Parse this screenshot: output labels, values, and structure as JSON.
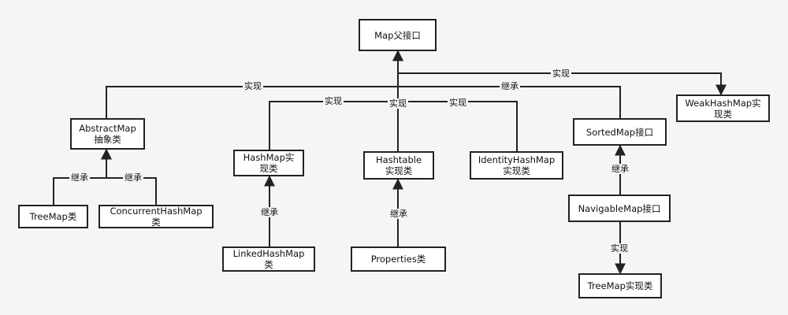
{
  "nodes": {
    "map": "Map父接口",
    "abstractmap": "AbstractMap\n抽象类",
    "hashmap": "HashMap实\n现类",
    "hashtable": "Hashtable\n实现类",
    "identityhashmap": "IdentityHashMap\n实现类",
    "sortedmap": "SortedMap接口",
    "weakhashmap": "WeakHashMap实\n现类",
    "treemap": "TreeMap类",
    "concurrenthashmap": "ConcurrentHashMap\n类",
    "linkedhashmap": "LinkedHashMap\n类",
    "properties": "Properties类",
    "navigablemap": "NavigableMap接口",
    "treemap_impl": "TreeMap实现类"
  },
  "edges": {
    "abstractmap_map": "实现",
    "hashmap_map": "实现",
    "hashtable_map": "实现",
    "identityhashmap_map": "实现",
    "sortedmap_map": "继承",
    "weakhashmap_map": "实现",
    "treemap_abstractmap": "继承",
    "concurrenthashmap_abstractmap": "继承",
    "linkedhashmap_hashmap": "继承",
    "properties_hashtable": "继承",
    "navigablemap_sortedmap": "继承",
    "treemap_impl_navigablemap": "实现"
  },
  "colors": {
    "line": "#222222",
    "background": "#f5f5f5",
    "node_fill": "#ffffff"
  }
}
